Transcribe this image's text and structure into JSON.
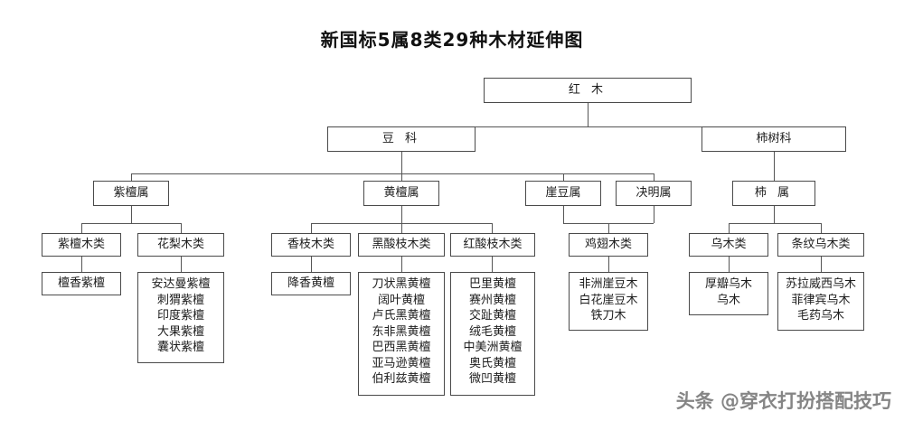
{
  "title": "新国标5属8类29种木材延伸图",
  "watermark": "头条 @穿衣打扮搭配技巧",
  "colors": {
    "background": "#ffffff",
    "box_border": "#4a4a4a",
    "connector": "#555555",
    "text": "#1d1d1d",
    "title_text": "#111111",
    "watermark_text": "#6b6b6b"
  },
  "tree": {
    "root": {
      "label": "红  木"
    },
    "families": [
      {
        "id": "fabaceae",
        "label": "豆  科"
      },
      {
        "id": "ebenaceae",
        "label": "柿树科"
      }
    ],
    "genera": [
      {
        "id": "pterocarpus",
        "label": "紫檀属",
        "family": "fabaceae"
      },
      {
        "id": "dalbergia",
        "label": "黄檀属",
        "family": "fabaceae"
      },
      {
        "id": "millettia",
        "label": "崖豆属",
        "family": "fabaceae"
      },
      {
        "id": "cassia",
        "label": "决明属",
        "family": "fabaceae"
      },
      {
        "id": "diospyros",
        "label": "柿  属",
        "family": "ebenaceae"
      }
    ],
    "categories": [
      {
        "id": "zitan",
        "label": "紫檀木类",
        "genus": "pterocarpus"
      },
      {
        "id": "huali",
        "label": "花梨木类",
        "genus": "pterocarpus"
      },
      {
        "id": "xiangzhi",
        "label": "香枝木类",
        "genus": "dalbergia"
      },
      {
        "id": "heisuanzhi",
        "label": "黑酸枝木类",
        "genus": "dalbergia"
      },
      {
        "id": "hongsuanzhi",
        "label": "红酸枝木类",
        "genus": "dalbergia"
      },
      {
        "id": "jichi",
        "label": "鸡翅木类",
        "genus": "millettia,cassia"
      },
      {
        "id": "wumu",
        "label": "乌木类",
        "genus": "diospyros"
      },
      {
        "id": "tiaowenwumu",
        "label": "条纹乌木类",
        "genus": "diospyros"
      }
    ],
    "species": [
      {
        "id": "sp-zitan",
        "category": "zitan",
        "items": [
          "檀香紫檀"
        ]
      },
      {
        "id": "sp-huali",
        "category": "huali",
        "items": [
          "安达曼紫檀",
          "刺猬紫檀",
          "印度紫檀",
          "大果紫檀",
          "囊状紫檀"
        ]
      },
      {
        "id": "sp-xiangzhi",
        "category": "xiangzhi",
        "items": [
          "降香黄檀"
        ]
      },
      {
        "id": "sp-heisuanzhi",
        "category": "heisuanzhi",
        "items": [
          "刀状黑黄檀",
          "阔叶黄檀",
          "卢氏黑黄檀",
          "东非黑黄檀",
          "巴西黑黄檀",
          "亚马逊黄檀",
          "伯利兹黄檀"
        ]
      },
      {
        "id": "sp-hongsuanzhi",
        "category": "hongsuanzhi",
        "items": [
          "巴里黄檀",
          "赛州黄檀",
          "交趾黄檀",
          "绒毛黄檀",
          "中美洲黄檀",
          "奥氏黄檀",
          "微凹黄檀"
        ]
      },
      {
        "id": "sp-jichi",
        "category": "jichi",
        "items": [
          "非洲崖豆木",
          "白花崖豆木",
          "铁刀木"
        ]
      },
      {
        "id": "sp-wumu",
        "category": "wumu",
        "items": [
          "厚瓣乌木",
          "乌木"
        ]
      },
      {
        "id": "sp-tiaowenwumu",
        "category": "tiaowenwumu",
        "items": [
          "苏拉威西乌木",
          "菲律宾乌木",
          "毛药乌木"
        ]
      }
    ]
  }
}
